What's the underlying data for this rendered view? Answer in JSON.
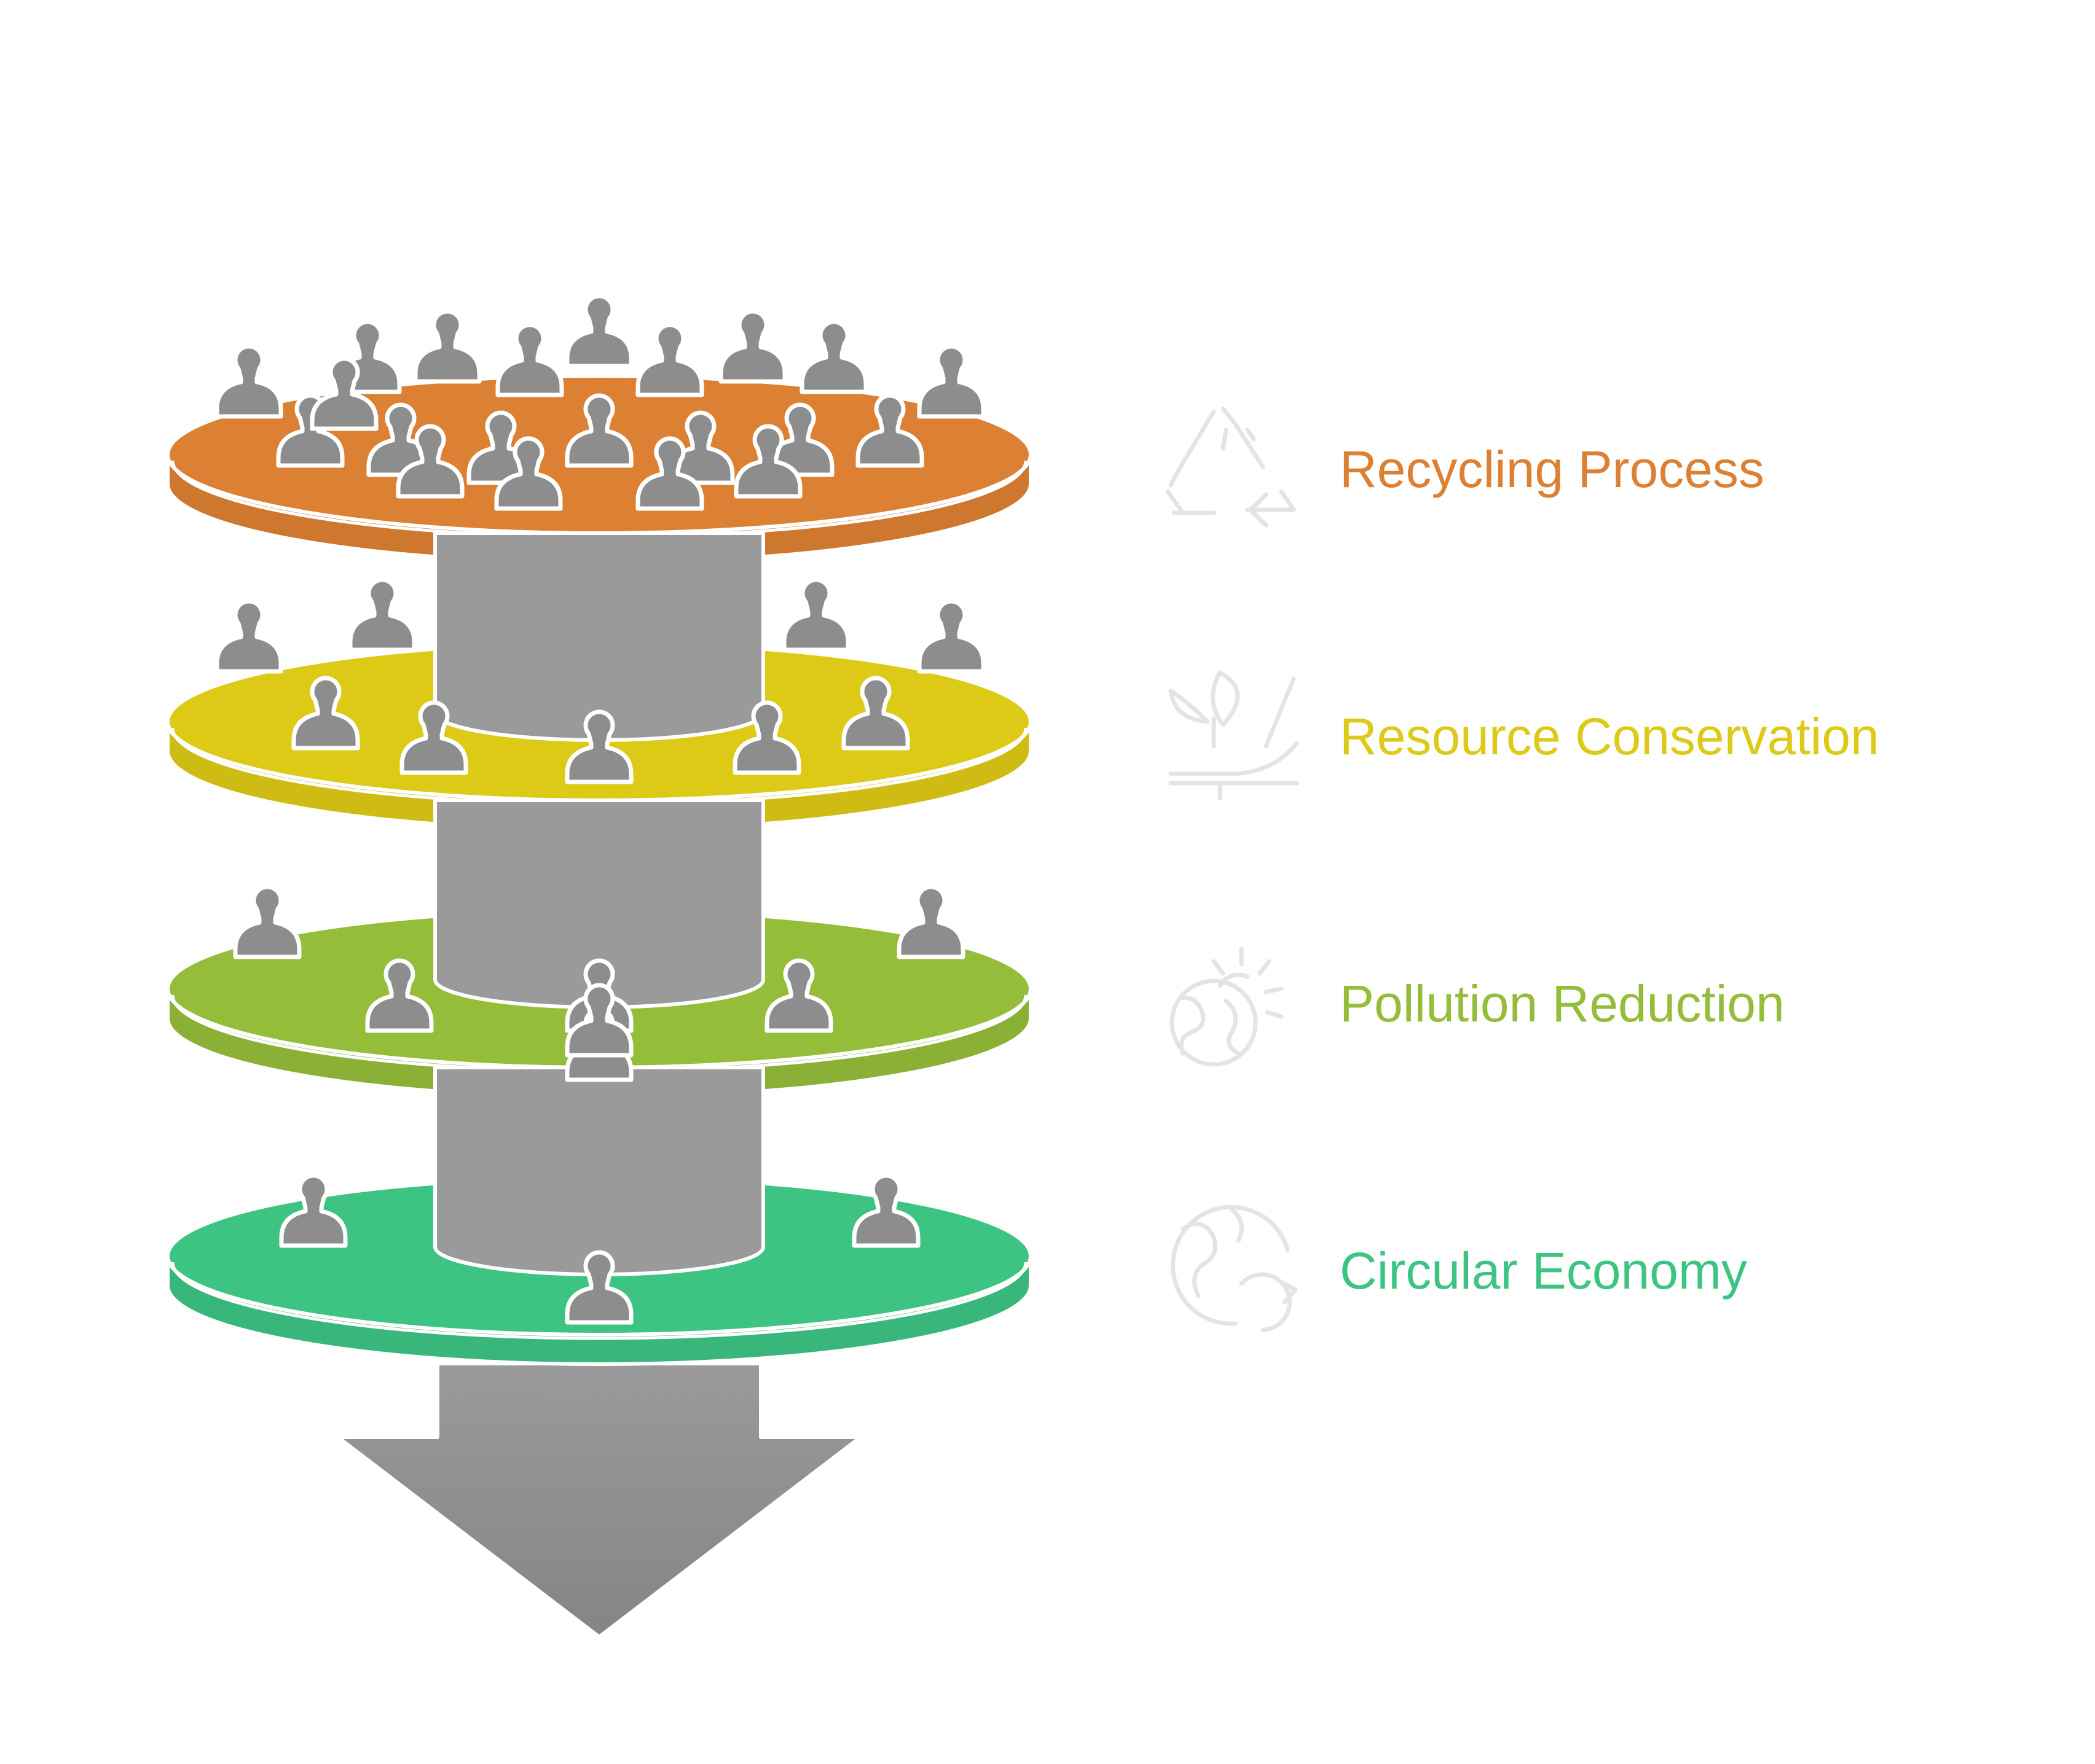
{
  "diagram": {
    "stages": [
      {
        "id": "recycling",
        "label": "Recycling Process",
        "color": "#DC8033",
        "icon": "recycle-icon",
        "people_count": 23
      },
      {
        "id": "resource",
        "label": "Resource Conservation",
        "color": "#DDCA17",
        "icon": "plant-in-hand-icon",
        "people_count": 12
      },
      {
        "id": "pollution",
        "label": "Pollution Reduction",
        "color": "#94BD3A",
        "icon": "earth-sun-icon",
        "people_count": 6
      },
      {
        "id": "circular",
        "label": "Circular Economy",
        "color": "#3DC482",
        "icon": "earth-cycle-icon",
        "people_count": 4
      }
    ],
    "column_color": "#9A9A9A",
    "arrow_color": "#8E8E8E",
    "person_color": "#8D8D8D",
    "icon_color": "#E4E4E4"
  }
}
